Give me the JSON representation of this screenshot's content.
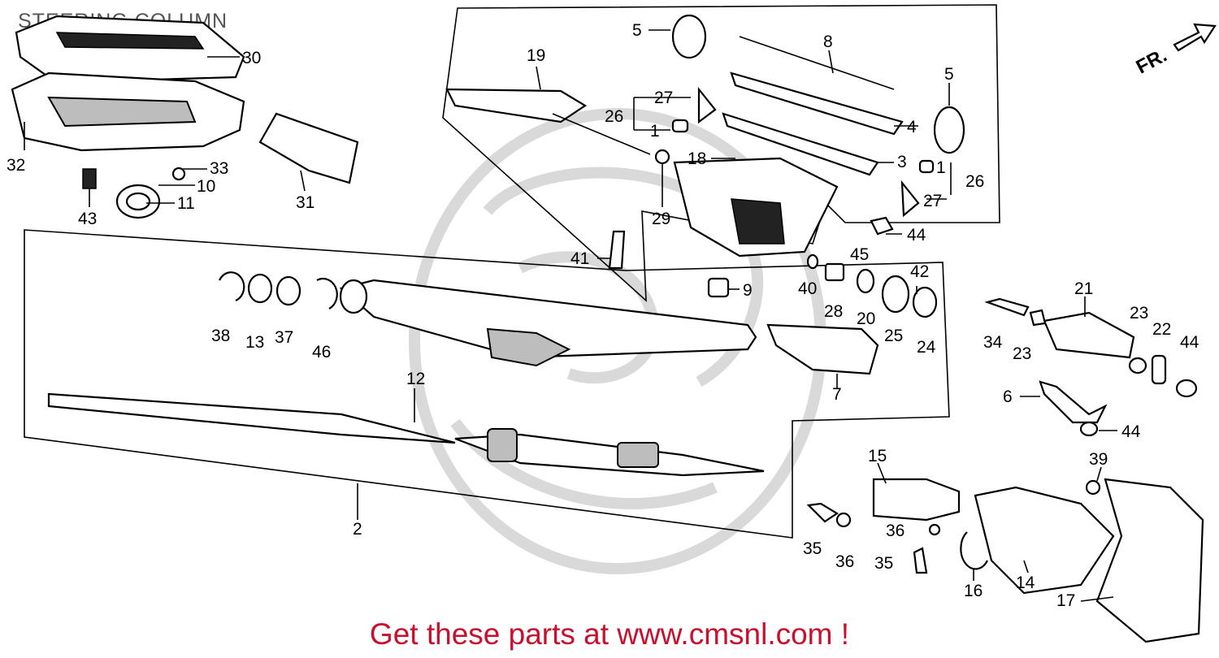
{
  "diagram": {
    "title": "STEERING COLUMN",
    "footer": "Get these parts at www.cmsnl.com !",
    "direction_indicator": "FR.",
    "colors": {
      "footer": "#c8102e",
      "lines": "#000000",
      "watermark": "#d9d9d9"
    },
    "callouts": {
      "c30": "30",
      "c32": "32",
      "c33": "33",
      "c10": "10",
      "c11": "11",
      "c43": "43",
      "c31": "31",
      "c5a": "5",
      "c19": "19",
      "c8": "8",
      "c27a": "27",
      "c26a": "26",
      "c1a": "1",
      "c4": "4",
      "c5b": "5",
      "c18": "18",
      "c3": "3",
      "c1b": "1",
      "c26b": "26",
      "c27b": "27",
      "c29": "29",
      "c44a": "44",
      "c41": "41",
      "c9": "9",
      "c45": "45",
      "c42": "42",
      "c40": "40",
      "c28": "28",
      "c20": "20",
      "c25": "25",
      "c24": "24",
      "c38": "38",
      "c13": "13",
      "c37": "37",
      "c46": "46",
      "c7": "7",
      "c12": "12",
      "c2": "2",
      "c21": "21",
      "c34": "34",
      "c23a": "23",
      "c23b": "23",
      "c22": "22",
      "c44b": "44",
      "c6": "6",
      "c44c": "44",
      "c15": "15",
      "c39": "39",
      "c35a": "35",
      "c36a": "36",
      "c36b": "36",
      "c35b": "35",
      "c16": "16",
      "c14": "14",
      "c17": "17"
    }
  }
}
